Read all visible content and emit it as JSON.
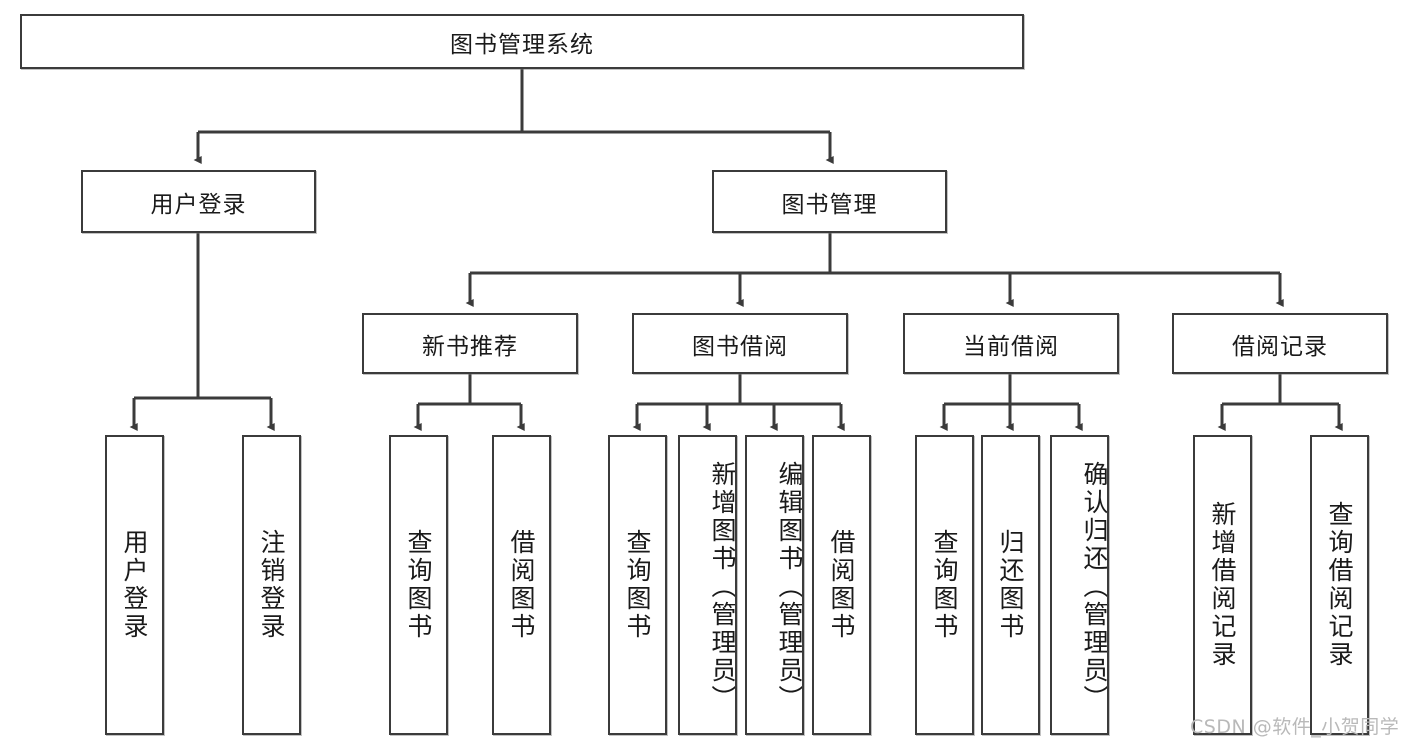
{
  "diagram": {
    "type": "tree-hierarchy-chart",
    "title": "图书管理系统",
    "edge_color": "#3b3b3b",
    "box_border_color": "#3b3b3b",
    "box_fill_color": "#ffffff",
    "text_color": "#1a1a1a",
    "watermark": "CSDN @软件_小贺同学",
    "watermark_color": "#b9b9b9"
  },
  "root": {
    "label": "图书管理系统"
  },
  "level2": [
    {
      "label": "用户登录"
    },
    {
      "label": "图书管理"
    }
  ],
  "level3": [
    {
      "label": "新书推荐"
    },
    {
      "label": "图书借阅"
    },
    {
      "label": "当前借阅"
    },
    {
      "label": "借阅记录"
    }
  ],
  "leaves": {
    "user_login": [
      {
        "label": "用户登录"
      },
      {
        "label": "注销登录"
      }
    ],
    "new_book": [
      {
        "label": "查询图书"
      },
      {
        "label": "借阅图书"
      }
    ],
    "book_borrow": [
      {
        "label": "查询图书"
      },
      {
        "label": "新增图书（管理员）"
      },
      {
        "label": "编辑图书（管理员）"
      },
      {
        "label": "借阅图书"
      }
    ],
    "current_borrow": [
      {
        "label": "查询图书"
      },
      {
        "label": "归还图书"
      },
      {
        "label": "确认归还（管理员）"
      }
    ],
    "borrow_record": [
      {
        "label": "新增借阅记录"
      },
      {
        "label": "查询借阅记录"
      }
    ]
  }
}
